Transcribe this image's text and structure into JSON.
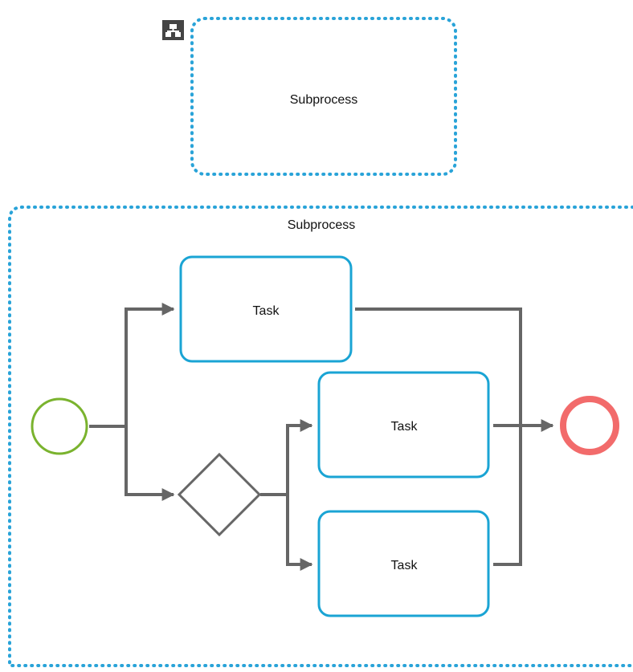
{
  "collapsed_subprocess": {
    "label": "Subprocess",
    "marker_icon": "subprocess-collapse-icon"
  },
  "expanded_subprocess": {
    "label": "Subprocess",
    "tasks": [
      {
        "label": "Task"
      },
      {
        "label": "Task"
      },
      {
        "label": "Task"
      }
    ]
  },
  "colors": {
    "container_dotted": "#29a3d8",
    "task_border": "#1aa4d4",
    "flow": "#666666",
    "start_event": "#7ab32e",
    "end_event": "#f26b6b",
    "gateway": "#666666",
    "marker_bg": "#444444"
  }
}
